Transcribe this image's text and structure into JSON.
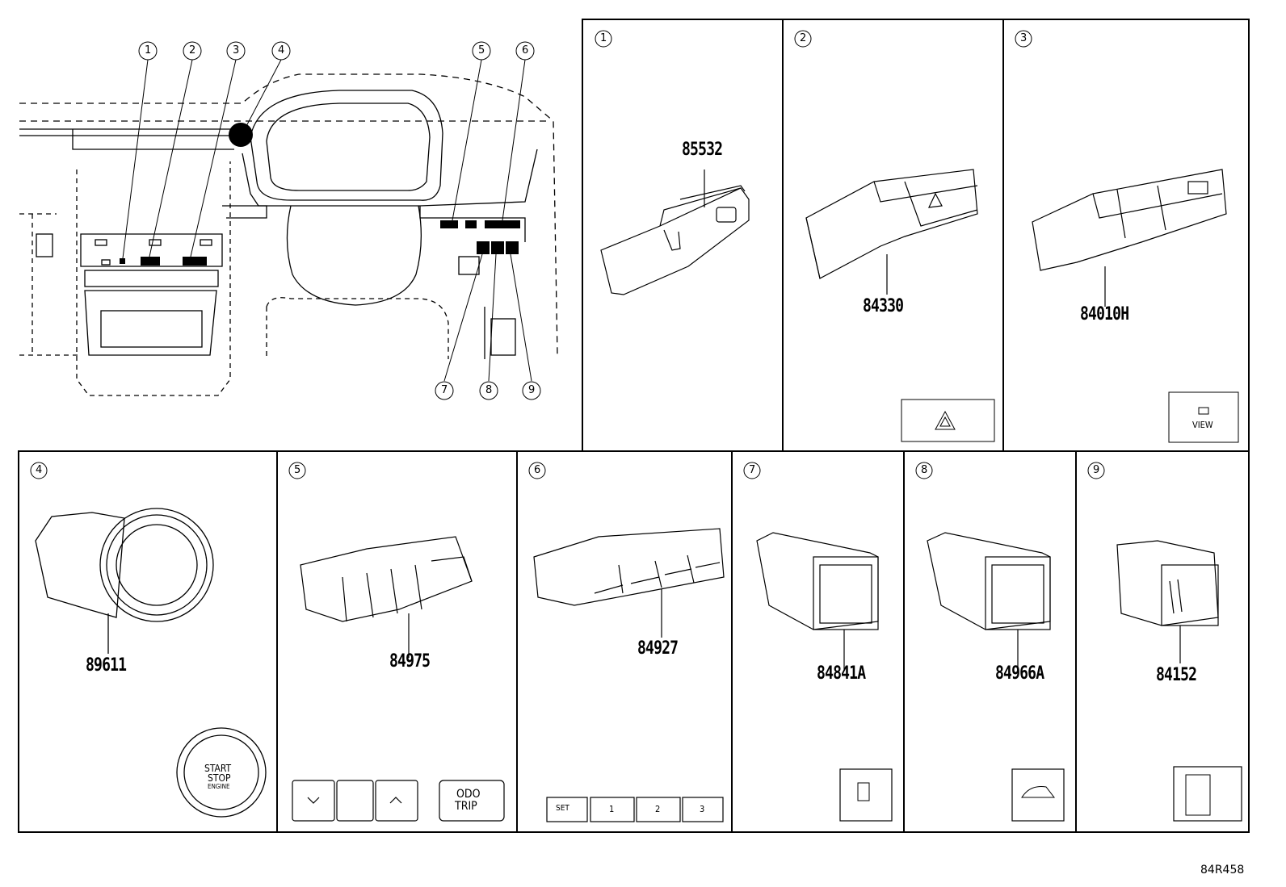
{
  "diagram_code": "84R458",
  "callouts": [
    "1",
    "2",
    "3",
    "4",
    "5",
    "6",
    "7",
    "8",
    "9"
  ],
  "panels": [
    {
      "num": "1",
      "part": "85532",
      "icon_labels": []
    },
    {
      "num": "2",
      "part": "84330",
      "icon_labels": []
    },
    {
      "num": "3",
      "part": "84010H",
      "icon_labels": [
        "VIEW"
      ]
    },
    {
      "num": "4",
      "part": "89611",
      "icon_labels": [
        "START",
        "STOP",
        "ENGINE"
      ]
    },
    {
      "num": "5",
      "part": "84975",
      "icon_labels": [
        "ODO",
        "TRIP"
      ]
    },
    {
      "num": "6",
      "part": "84927",
      "icon_labels": [
        "SET",
        "1",
        "2",
        "3"
      ]
    },
    {
      "num": "7",
      "part": "84841A",
      "icon_labels": []
    },
    {
      "num": "8",
      "part": "84966A",
      "icon_labels": []
    },
    {
      "num": "9",
      "part": "84152",
      "icon_labels": []
    }
  ]
}
